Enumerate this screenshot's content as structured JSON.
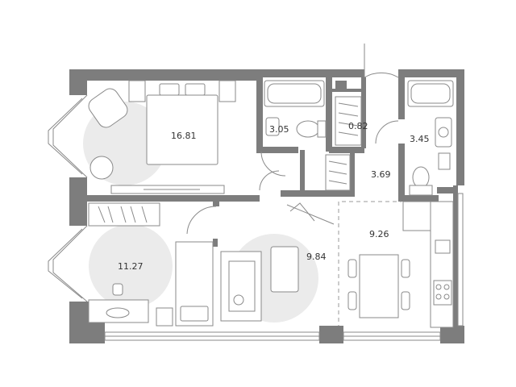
{
  "rooms": [
    {
      "id": "bedroom",
      "area": "16.81"
    },
    {
      "id": "bathroom-1",
      "area": "3.05"
    },
    {
      "id": "storage",
      "area": "0.82"
    },
    {
      "id": "bathroom-2",
      "area": "3.45"
    },
    {
      "id": "hallway",
      "area": "3.69"
    },
    {
      "id": "kitchen",
      "area": "9.26"
    },
    {
      "id": "bedroom-2",
      "area": "11.27"
    },
    {
      "id": "living-room",
      "area": "9.84"
    }
  ],
  "colors": {
    "wall": "#7d7d7d",
    "furniture": "#8a8a8a",
    "rug": "#ebebeb",
    "text": "#333333"
  }
}
